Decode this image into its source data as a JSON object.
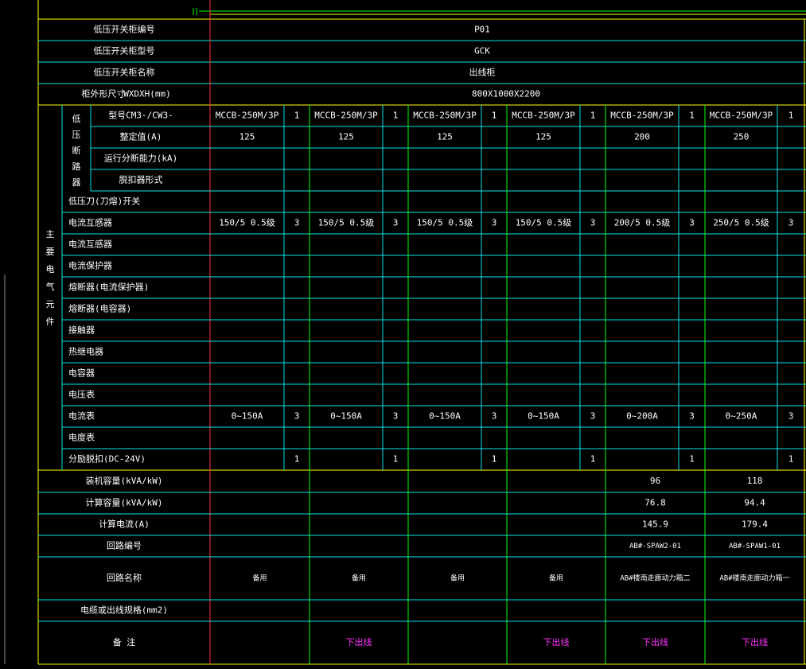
{
  "header": {
    "panel_no_label": "低压开关柜编号",
    "panel_no": "P01",
    "model_label": "低压开关柜型号",
    "model": "GCK",
    "name_label": "低压开关柜名称",
    "name": "出线柜",
    "dim_label": "柜外形尺寸",
    "dim_unit": "WXDXH(mm)",
    "dim": "800X1000X2200"
  },
  "sidebar": {
    "main_label": "主要电气元件",
    "breaker_label": "低压断路器",
    "breaker_rows": [
      "型号CM3-/CW3-",
      "整定值(A)",
      "运行分断能力(kA)",
      "脱扣器形式"
    ],
    "rows": [
      "低压刀(刀熔)开关",
      "电流互感器",
      "电流互感器",
      "电流保护器",
      "熔断器(电流保护器)",
      "熔断器(电容器)",
      "接触器",
      "热继电器",
      "电容器",
      "电压表",
      "电流表",
      "电度表",
      "分励脱扣(DC-24V)"
    ]
  },
  "columns": [
    {
      "model": "MCCB-250M/3P",
      "model_qty": "1",
      "setting": "125",
      "ct": "150/5 0.5级",
      "ct_qty": "3",
      "ammeter": "0~150A",
      "am_qty": "3",
      "shunt_qty": "1",
      "installed": "",
      "calc": "",
      "current": "",
      "circuit_no": "",
      "circuit_name": "备用",
      "note": ""
    },
    {
      "model": "MCCB-250M/3P",
      "model_qty": "1",
      "setting": "125",
      "ct": "150/5 0.5级",
      "ct_qty": "3",
      "ammeter": "0~150A",
      "am_qty": "3",
      "shunt_qty": "1",
      "installed": "",
      "calc": "",
      "current": "",
      "circuit_no": "",
      "circuit_name": "备用",
      "note": "下出线"
    },
    {
      "model": "MCCB-250M/3P",
      "model_qty": "1",
      "setting": "125",
      "ct": "150/5 0.5级",
      "ct_qty": "3",
      "ammeter": "0~150A",
      "am_qty": "3",
      "shunt_qty": "1",
      "installed": "",
      "calc": "",
      "current": "",
      "circuit_no": "",
      "circuit_name": "备用",
      "note": ""
    },
    {
      "model": "MCCB-250M/3P",
      "model_qty": "1",
      "setting": "125",
      "ct": "150/5 0.5级",
      "ct_qty": "3",
      "ammeter": "0~150A",
      "am_qty": "3",
      "shunt_qty": "1",
      "installed": "",
      "calc": "",
      "current": "",
      "circuit_no": "",
      "circuit_name": "备用",
      "note": "下出线"
    },
    {
      "model": "MCCB-250M/3P",
      "model_qty": "1",
      "setting": "200",
      "ct": "200/5 0.5级",
      "ct_qty": "3",
      "ammeter": "0~200A",
      "am_qty": "3",
      "shunt_qty": "1",
      "installed": "96",
      "calc": "76.8",
      "current": "145.9",
      "circuit_no": "AB#-SPAW2-01",
      "circuit_name": "AB#楼南走廊动力箱二",
      "note": "下出线"
    },
    {
      "model": "MCCB-250M/3P",
      "model_qty": "1",
      "setting": "250",
      "ct": "250/5 0.5级",
      "ct_qty": "3",
      "ammeter": "0~250A",
      "am_qty": "3",
      "shunt_qty": "1",
      "installed": "118",
      "calc": "94.4",
      "current": "179.4",
      "circuit_no": "AB#-SPAW1-01",
      "circuit_name": "AB#楼南走廊动力箱一",
      "note": "下出线"
    }
  ],
  "footer_labels": {
    "installed": "装机容量(kVA/kW)",
    "calc": "计算容量(kVA/kW)",
    "current": "计算电流(A)",
    "circuit_no": "回路编号",
    "circuit_name": "回路名称",
    "cable": "电缆或出线规格(mm2)",
    "note": "备 注"
  },
  "colors": {
    "frame": "#ffff00",
    "grid": "#00e5e5",
    "column": "#00ff00",
    "red": "#ff3333",
    "note": "#ff33ff"
  }
}
